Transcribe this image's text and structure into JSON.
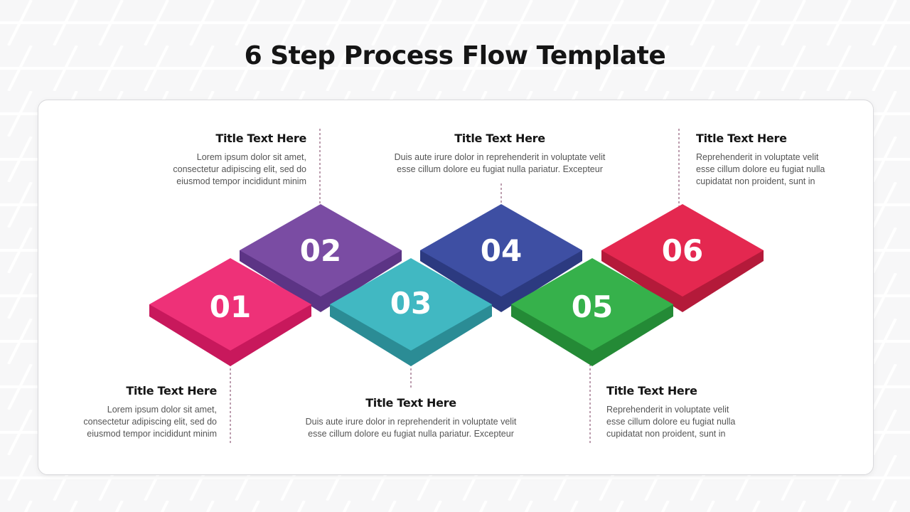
{
  "page": {
    "title": "6 Step Process Flow Template"
  },
  "steps": [
    {
      "number": "01",
      "title": "Title Text Here",
      "body": "Lorem ipsum dolor sit amet, consectetur adipiscing elit, sed do eiusmod tempor incididunt minim",
      "color_top": "#ee3178",
      "color_side": "#c8185c"
    },
    {
      "number": "02",
      "title": "Title Text Here",
      "body": "Lorem ipsum dolor sit amet, consectetur adipiscing elit, sed do eiusmod tempor incididunt minim",
      "color_top": "#7a4ca3",
      "color_side": "#5c3485"
    },
    {
      "number": "03",
      "title": "Title Text Here",
      "body": "Duis aute irure dolor in reprehenderit in voluptate velit esse cillum dolore eu fugiat nulla pariatur. Excepteur",
      "color_top": "#41b8c2",
      "color_side": "#2b8c95"
    },
    {
      "number": "04",
      "title": "Title Text Here",
      "body": "Duis aute irure dolor in reprehenderit in voluptate velit esse cillum dolore eu fugiat nulla pariatur. Excepteur",
      "color_top": "#3e4fa3",
      "color_side": "#2c3a80"
    },
    {
      "number": "05",
      "title": "Title Text Here",
      "body": "Reprehenderit in voluptate velit esse cillum dolore eu fugiat nulla cupidatat non proident, sunt in",
      "color_top": "#36b14b",
      "color_side": "#248a36"
    },
    {
      "number": "06",
      "title": "Title Text Here",
      "body": "Reprehenderit in voluptate velit esse cillum dolore eu fugiat nulla cupidatat non proident, sunt in",
      "color_top": "#e42850",
      "color_side": "#b41a3a"
    }
  ]
}
